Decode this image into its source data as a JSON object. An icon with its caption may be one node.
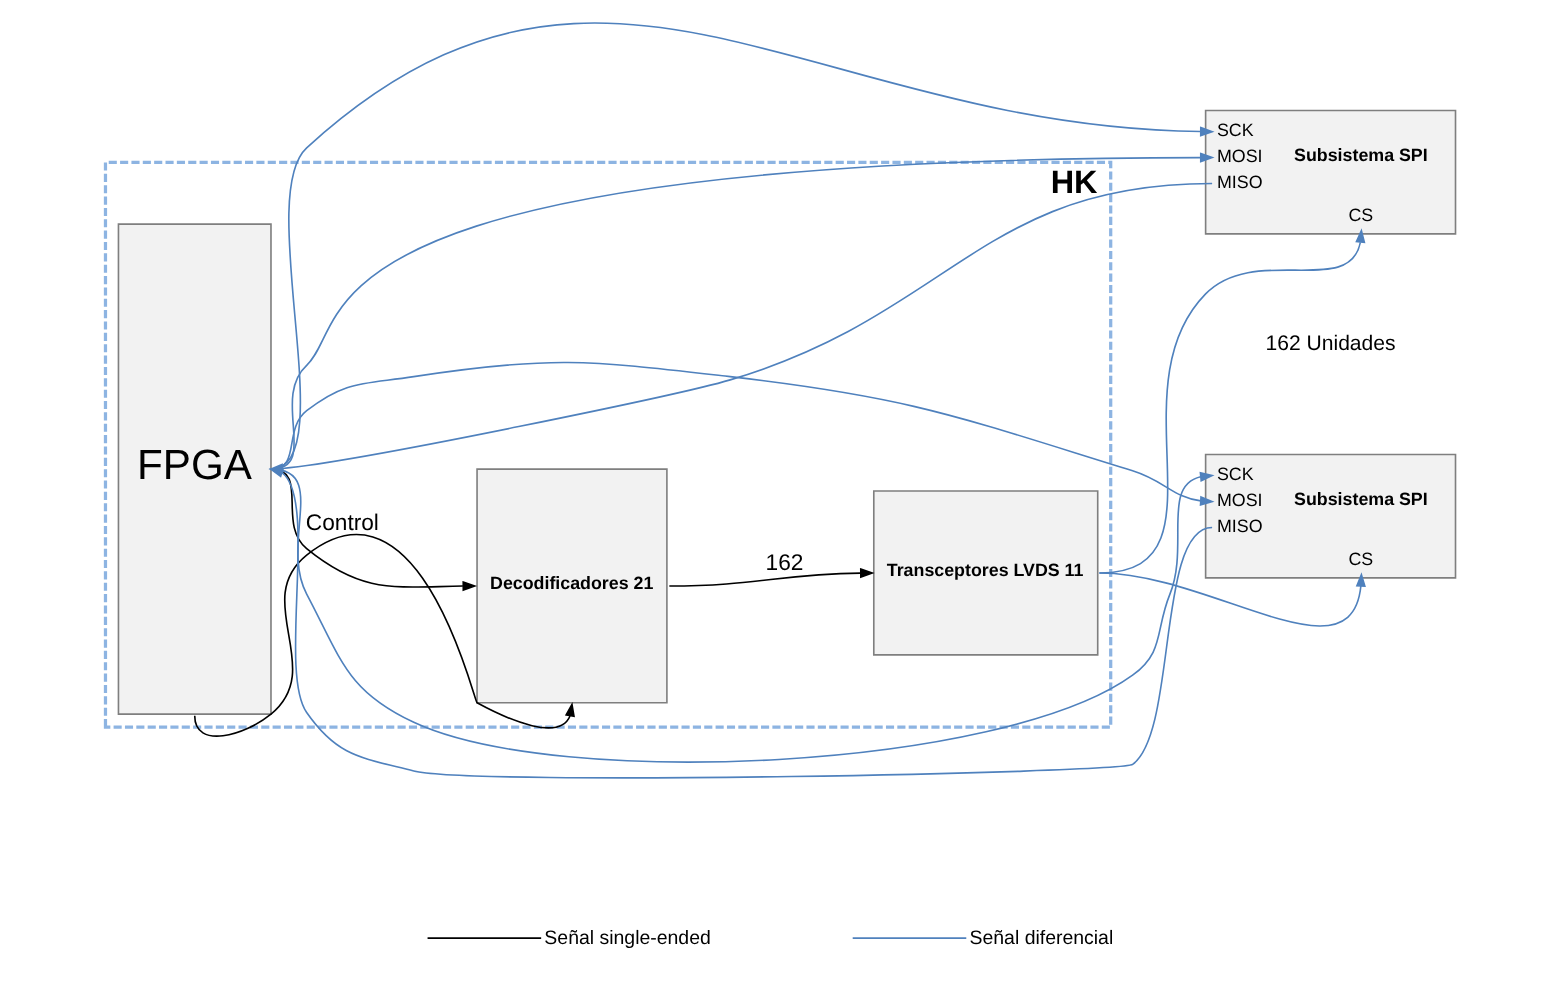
{
  "diagram": {
    "nodes": [
      {
        "text": [
          "HK"
        ]
      },
      {
        "text": [
          "FPGA"
        ],
        "in": 0
      },
      {
        "text": [
          "Decodificadores 21"
        ],
        "in": 0
      },
      {
        "text": [
          "Transceptores LVDS 11"
        ],
        "in": 0
      },
      {
        "text": [
          "SCK",
          "MOSI",
          "MISO",
          "Subsistema SPI",
          "CS"
        ]
      },
      {
        "text": [
          "SCK",
          "MOSI",
          "MISO",
          "Subsistema SPI",
          "CS"
        ]
      }
    ],
    "edges": [
      {
        "from": 1,
        "to": 2,
        "arrow": "to",
        "color": "#000000"
      },
      {
        "from": 1,
        "to": 2,
        "arrow": "to",
        "label": "Control",
        "color": "#000000"
      },
      {
        "from": 2,
        "to": 3,
        "arrow": "to",
        "label": "162",
        "color": "#000000"
      },
      {
        "from": 1,
        "to": 4,
        "arrow": "to"
      },
      {
        "from": 1,
        "to": 5,
        "arrow": "to"
      },
      {
        "from": 1,
        "to": 4,
        "arrow": "to"
      },
      {
        "from": 1,
        "to": 5,
        "arrow": "to"
      },
      {
        "from": 4,
        "to": 1,
        "arrow": "to"
      },
      {
        "from": 5,
        "to": 1,
        "arrow": "to"
      },
      {
        "from": 3,
        "to": 4,
        "arrow": "to"
      },
      {
        "from": 3,
        "to": 5,
        "arrow": "to"
      }
    ],
    "labels": [
      "162 Unidades"
    ],
    "legend": [
      {
        "text": "Señal single-ended"
      },
      {
        "text": "Señal diferencial"
      }
    ]
  }
}
